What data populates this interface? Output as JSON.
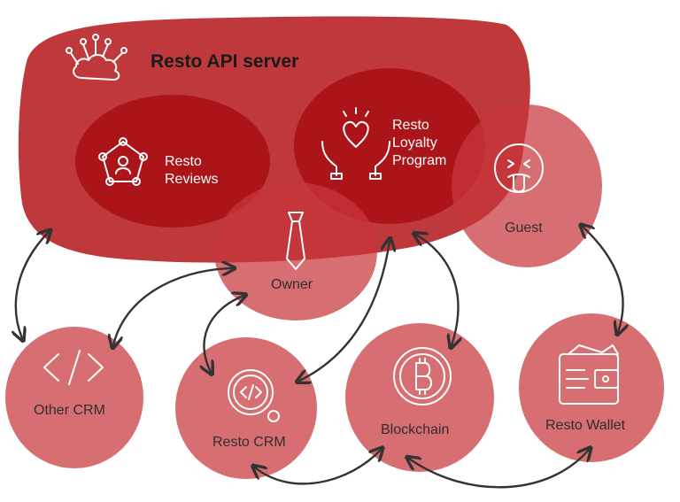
{
  "server": {
    "title": "Resto API server",
    "icon": "cloud-network-icon"
  },
  "nodes": {
    "reviews": {
      "label_line1": "Resto",
      "label_line2": "Reviews",
      "icon": "network-user-icon"
    },
    "loyalty": {
      "label_line1": "Resto",
      "label_line2": "Loyalty",
      "label_line3": "Program",
      "icon": "heart-hands-icon"
    },
    "guest": {
      "label": "Guest",
      "icon": "tongue-face-icon"
    },
    "owner": {
      "label": "Owner",
      "icon": "necktie-icon"
    },
    "other_crm": {
      "label": "Other CRM",
      "icon": "code-icon"
    },
    "resto_crm": {
      "label": "Resto CRM",
      "icon": "code-gear-icon"
    },
    "blockchain": {
      "label": "Blockchain",
      "icon": "bitcoin-icon"
    },
    "wallet": {
      "label": "Resto Wallet",
      "icon": "wallet-icon"
    }
  },
  "colors": {
    "server_fill": "#b3151a",
    "inner_fill": "#a80e12",
    "node_fill": "#c8363b",
    "arrow": "#333333",
    "icon_stroke": "#ffffff"
  }
}
